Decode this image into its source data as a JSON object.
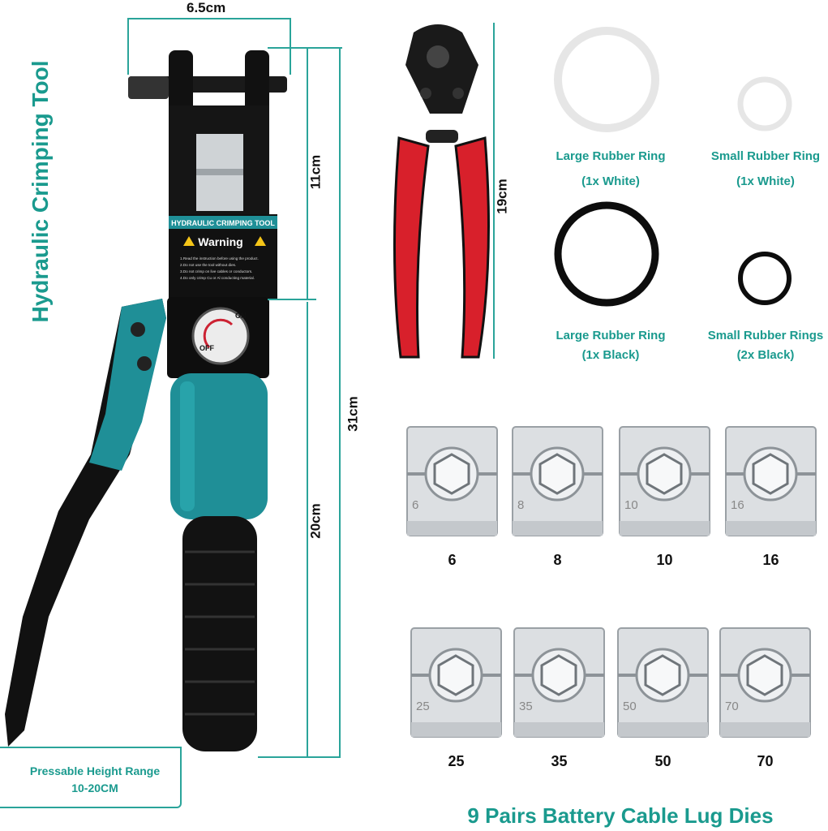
{
  "title": "Hydraulic Crimping Tool",
  "dimensions": {
    "jaw_width": "6.5cm",
    "head_height": "11cm",
    "total_height": "31cm",
    "handle_height": "20cm",
    "cutter_height": "19cm"
  },
  "tool_label": {
    "band": "HYDRAULIC CRIMPING TOOL",
    "warning": "Warning",
    "lines": [
      "1.Read the instruction before using the product.",
      "2.Do not use the tool without dies.",
      "3.Do not crimp on live cables or conductors.",
      "4.Do only crimp Cu or Al conducting material."
    ],
    "valve_on": "ON",
    "valve_off": "OFF"
  },
  "rings": [
    {
      "name": "Large Rubber Ring",
      "qty": "(1x White)",
      "color": "#e6e6e6"
    },
    {
      "name": "Small Rubber Ring",
      "qty": "(1x White)",
      "color": "#e6e6e6"
    },
    {
      "name": "Large Rubber Ring",
      "qty": "(1x Black)",
      "color": "#0d0d0d"
    },
    {
      "name": "Small Rubber Rings",
      "qty": "(2x Black)",
      "color": "#0d0d0d"
    }
  ],
  "dies": [
    "6",
    "8",
    "10",
    "16",
    "25",
    "35",
    "50",
    "70"
  ],
  "press_range": {
    "line1": "Pressable Height Range",
    "line2": "10-20CM"
  },
  "dies_title": "9 Pairs Battery Cable Lug Dies",
  "colors": {
    "accent": "#1a9a8e",
    "tool_teal": "#1f8f97",
    "handle_red": "#d8202b"
  }
}
